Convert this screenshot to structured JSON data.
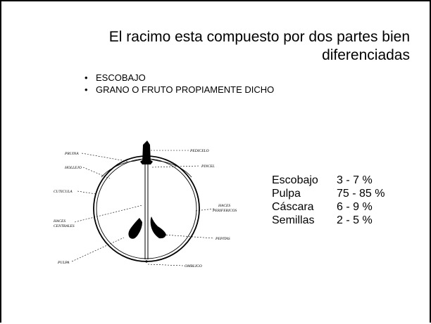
{
  "slide": {
    "title_line1": "El racimo esta compuesto por dos partes bien",
    "title_line2": "diferenciadas",
    "bullets": [
      "ESCOBAJO",
      "GRANO O FRUTO PROPIAMENTE DICHO"
    ]
  },
  "diagram": {
    "labels": {
      "pruina": "PRUINA",
      "pedicelo": "PEDICELO",
      "hollejo": "HOLLEJO",
      "pincel": "PINCEL",
      "cuticula": "CUTICULA",
      "haces_perifericos_1": "HACES",
      "haces_perifericos_2": "PERIFERICOS",
      "haces_centrales_1": "HACES",
      "haces_centrales_2": "CENTRALES",
      "pepitas": "PEPITAS",
      "pulpa": "PULPA",
      "ombligo": "OMBLIGO"
    }
  },
  "composition": {
    "rows": [
      {
        "name": "Escobajo",
        "value": "3 - 7 %"
      },
      {
        "name": "Pulpa",
        "value": "75 - 85 %"
      },
      {
        "name": "Cáscara",
        "value": "6 - 9 %"
      },
      {
        "name": "Semillas",
        "value": "2 - 5 %"
      }
    ]
  }
}
